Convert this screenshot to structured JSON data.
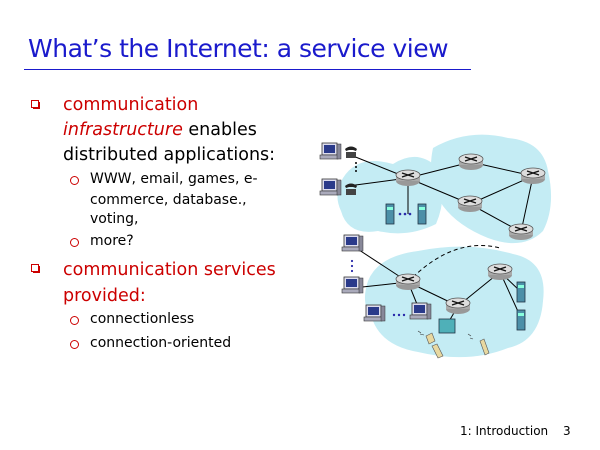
{
  "slide": {
    "title": "What’s the Internet: a service view",
    "bullets": [
      {
        "line1": "communication",
        "line2_italic": "infrastructure",
        "line2_rest": " enables",
        "line3": "distributed applications:",
        "sub": [
          {
            "lines": [
              "WWW, email, games, e-",
              "commerce, database.,",
              "voting,"
            ]
          },
          {
            "lines": [
              "more?"
            ]
          }
        ]
      },
      {
        "line1": "communication services",
        "line2": "provided:",
        "sub": [
          {
            "lines": [
              "connectionless"
            ]
          },
          {
            "lines": [
              "connection-oriented"
            ]
          }
        ]
      }
    ],
    "footer": {
      "chapter": "1: Introduction",
      "page": "3"
    }
  },
  "colors": {
    "title": "#1a1acc",
    "bullet": "#cc0000",
    "cloud": "#c4ecf4"
  },
  "icons": [
    "router-icon",
    "computer-icon",
    "phone-icon",
    "server-icon",
    "mobile-device-icon",
    "cellphone-icon"
  ]
}
